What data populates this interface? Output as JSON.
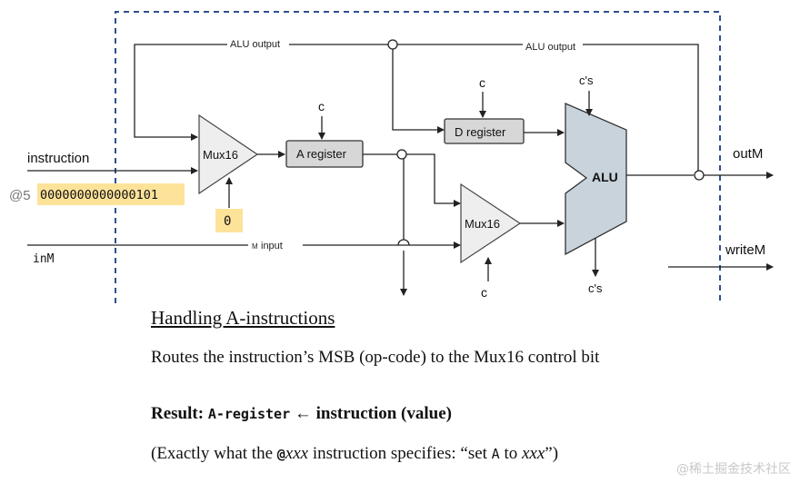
{
  "diagram": {
    "labels": {
      "alu_output_left": "ALU output",
      "alu_output_right": "ALU output",
      "instruction": "instruction",
      "at5": "@5",
      "instruction_bits": "0000000000000101",
      "mux_control_value": "0",
      "inM": "inM",
      "m_input_prefix": "M",
      "m_input": "input",
      "c_a_register": "c",
      "c_d_register": "c",
      "c_mux2": "c",
      "c_alu_in": "c's",
      "c_alu_out": "c's",
      "outM": "outM",
      "writeM": "writeM"
    },
    "blocks": {
      "mux1": "Mux16",
      "mux2": "Mux16",
      "a_register": "A register",
      "d_register": "D register",
      "alu": "ALU"
    },
    "colors": {
      "highlight": "#fde29a",
      "register_fill": "#d7d7d7",
      "mux_fill": "#eeeeee",
      "alu_fill": "#c9d3dc",
      "dashed_border": "#2f4f8f"
    }
  },
  "caption": {
    "title": "Handling A-instructions",
    "line1": "Routes the instruction’s MSB (op-code) to the Mux16 control bit",
    "result_prefix": "Result: ",
    "result_areg": "A-register",
    "result_arrow": " ← ",
    "result_suffix": "instruction (value)",
    "line3_a": "(Exactly what the ",
    "line3_at": "@",
    "line3_xxx": "xxx",
    "line3_b": " instruction specifies: “set ",
    "line3_A": "A",
    "line3_c": " to ",
    "line3_xxx2": "xxx",
    "line3_d": "”)"
  },
  "watermark": "@稀土掘金技术社区"
}
